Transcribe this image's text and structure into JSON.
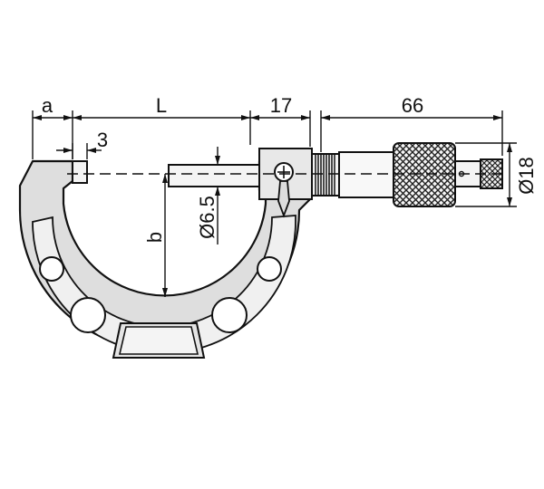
{
  "diagram": {
    "dimensions": {
      "a": "a",
      "L": "L",
      "d17": "17",
      "d66": "66",
      "d3": "3",
      "b": "b",
      "spindle_dia": "Ø6.5",
      "thimble_dia": "Ø18"
    },
    "colors": {
      "frame_fill": "#dedede",
      "inner_panel": "#f2f2f2",
      "outline": "#111111",
      "knurl": "#333333"
    }
  }
}
